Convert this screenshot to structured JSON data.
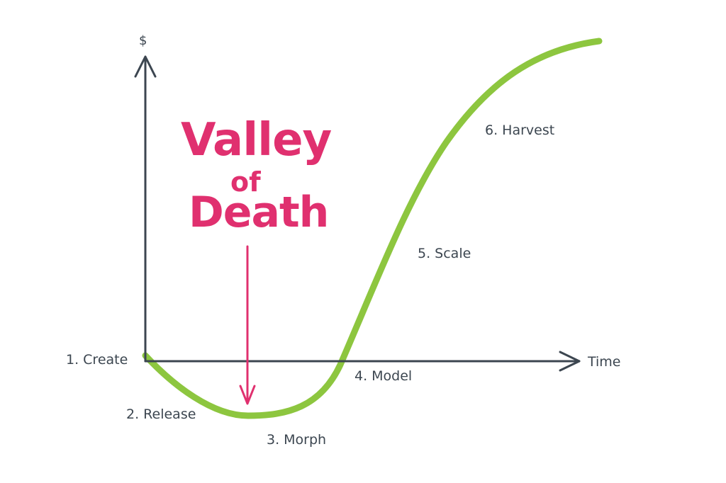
{
  "axes": {
    "y_label": "$",
    "x_label": "Time"
  },
  "stages": {
    "create": "1. Create",
    "release": "2. Release",
    "morph": "3. Morph",
    "model": "4. Model",
    "scale": "5. Scale",
    "harvest": "6. Harvest"
  },
  "annotation": {
    "line1": "Valley",
    "line2": "of",
    "line3": "Death"
  },
  "colors": {
    "curve": "#8dc63f",
    "axis": "#3c4650",
    "annotation": "#e0306f",
    "background": "#ffffff"
  }
}
